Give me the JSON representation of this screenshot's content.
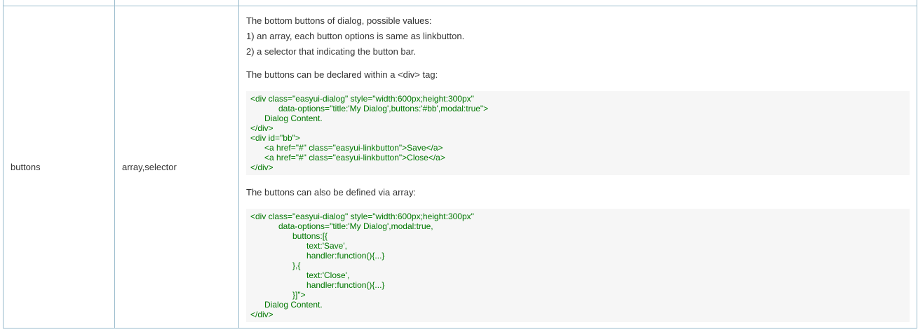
{
  "row": {
    "name": "buttons",
    "type": "array,selector",
    "description": {
      "lines": [
        "The bottom buttons of dialog, possible values:",
        "1) an array, each button options is same as linkbutton.",
        "2) a selector that indicating the button bar."
      ],
      "para_div": "The buttons can be declared within a <div> tag:",
      "code_div": "<div class=\"easyui-dialog\" style=\"width:600px;height:300px\"\n            data-options=\"title:'My Dialog',buttons:'#bb',modal:true\">\n      Dialog Content.\n</div>\n<div id=\"bb\">\n      <a href=\"#\" class=\"easyui-linkbutton\">Save</a>\n      <a href=\"#\" class=\"easyui-linkbutton\">Close</a>\n</div>",
      "para_array": "The buttons can also be defined via array:",
      "code_array": "<div class=\"easyui-dialog\" style=\"width:600px;height:300px\"\n            data-options=\"title:'My Dialog',modal:true,\n                  buttons:[{\n                        text:'Save',\n                        handler:function(){...}\n                  },{\n                        text:'Close',\n                        handler:function(){...}\n                  }]\">\n      Dialog Content.\n</div>"
    }
  },
  "colors": {
    "border": "#99bbcc",
    "code_text": "#007700",
    "code_background": "#f6f6f6"
  }
}
